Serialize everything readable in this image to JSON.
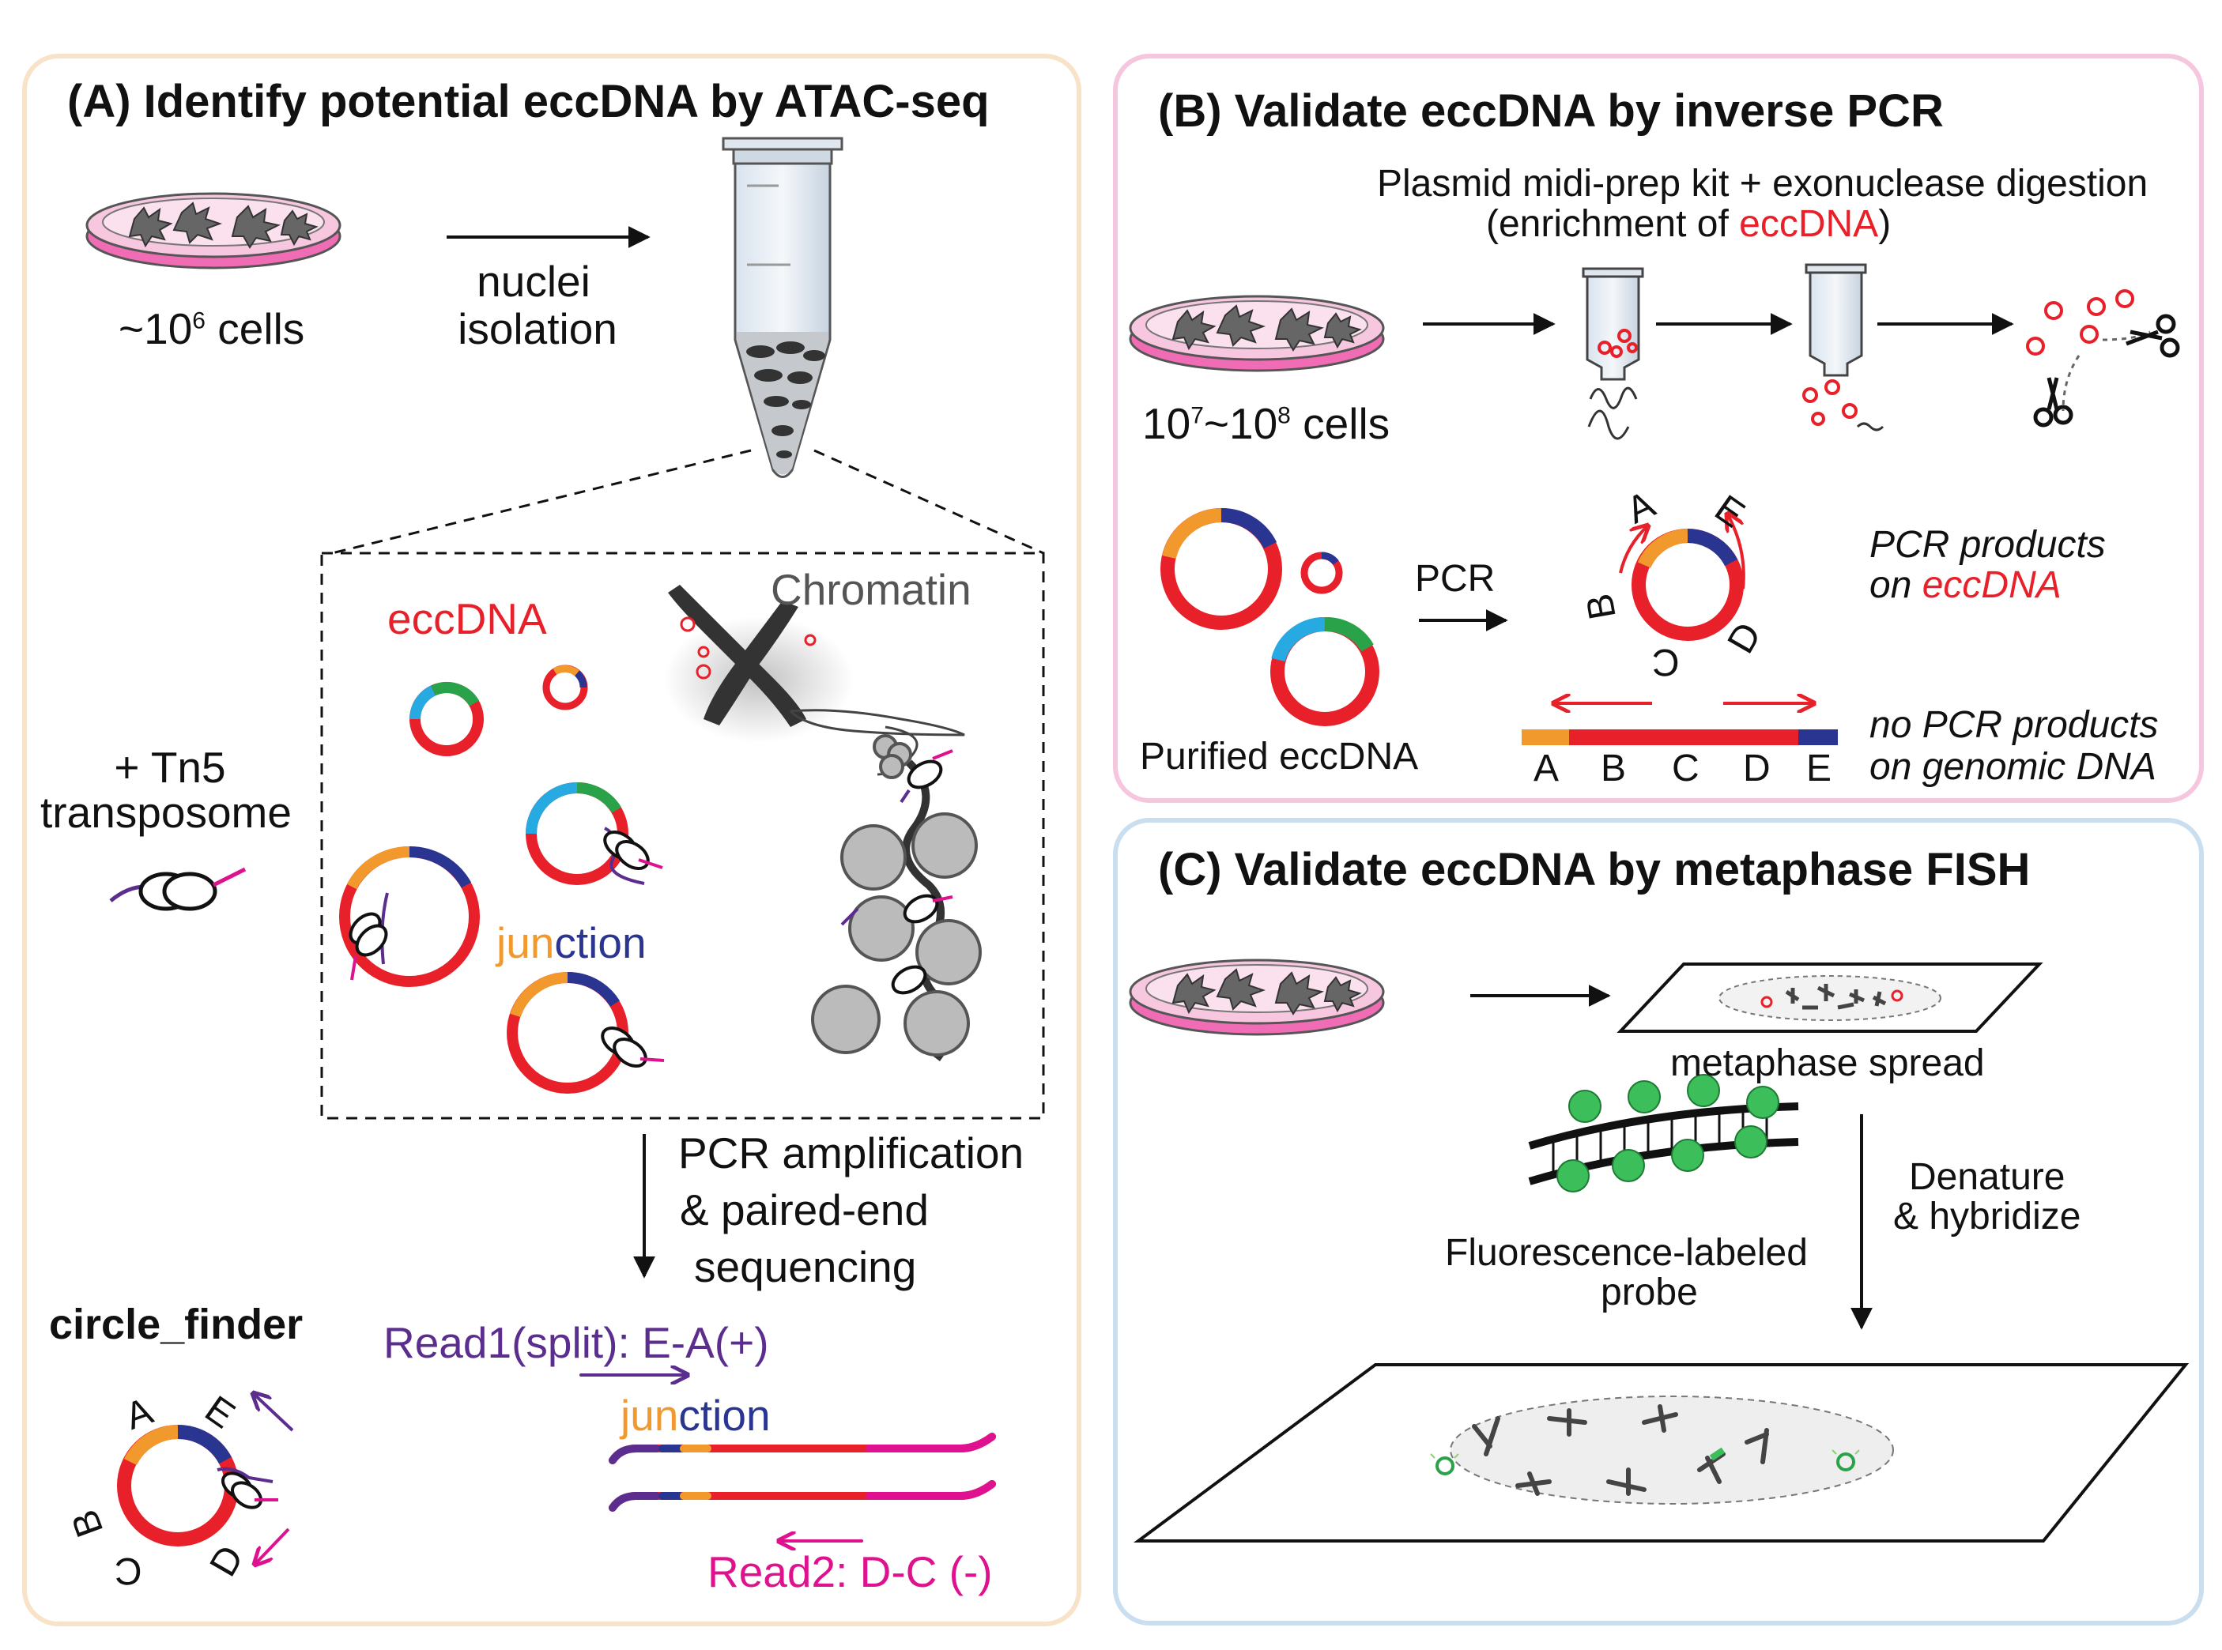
{
  "panel_a": {
    "title": "(A) Identify potential eccDNA by ATAC-seq",
    "cells_prefix": "~10",
    "cells_exp": "6",
    "cells_suffix": " cells",
    "step1_line1": "nuclei",
    "step1_line2": "isolation",
    "tn5_line1": "+ Tn5",
    "tn5_line2": "transposome",
    "eccdna_label": "eccDNA",
    "chromatin_label": "Chromatin",
    "junction_part1": "jun",
    "junction_part2": "ction",
    "pcr_line1": "PCR amplification",
    "pcr_line2": "& paired-end",
    "pcr_line3": "sequencing",
    "tool_name": "circle_finder",
    "read1": "Read1(split): E-A(+)",
    "read2": "Read2: D-C (-)",
    "junction2_part1": "jun",
    "junction2_part2": "ction",
    "circle_letters": [
      "A",
      "E",
      "B",
      "C",
      "D"
    ]
  },
  "panel_b": {
    "title": "(B) Validate eccDNA by inverse PCR",
    "kit_line": "Plasmid midi-prep kit + exonuclease digestion",
    "enrich_prefix": "(enrichment of ",
    "enrich_word": "eccDNA",
    "enrich_suffix": ")",
    "cells_a": "10",
    "cells_exp_a": "7",
    "cells_mid": "~10",
    "cells_exp_b": "8",
    "cells_suffix": " cells",
    "pcr_label": "PCR",
    "purified_label": "Purified eccDNA",
    "products_line1": "PCR products",
    "products_line2_prefix": "on ",
    "products_line2_word": "eccDNA",
    "no_products_line1": "no PCR products",
    "no_products_line2": "on genomic DNA",
    "segment_letters": [
      "A",
      "B",
      "C",
      "D",
      "E"
    ],
    "circle_letters": [
      "A",
      "E",
      "B",
      "C",
      "D"
    ]
  },
  "panel_c": {
    "title": "(C) Validate eccDNA by metaphase FISH",
    "spread_label": "metaphase spread",
    "probe_line1": "Fluorescence-labeled",
    "probe_line2": "probe",
    "denature_line1": "Denature",
    "denature_line2": "& hybridize"
  },
  "colors": {
    "eccdna_red": "#e8202a",
    "segment_orange": "#f2992e",
    "segment_navy": "#2a3592",
    "segment_cyan": "#27a9e1",
    "segment_green": "#2aa24a",
    "read1_purple": "#5b2d8e",
    "read2_pink": "#e0118f",
    "dish_pink": "#f06cb4",
    "probe_green": "#3cbf5a",
    "panel_a_border": "#f8e3c9",
    "panel_b_border": "#f5c6dd",
    "panel_c_border": "#c9deef"
  }
}
